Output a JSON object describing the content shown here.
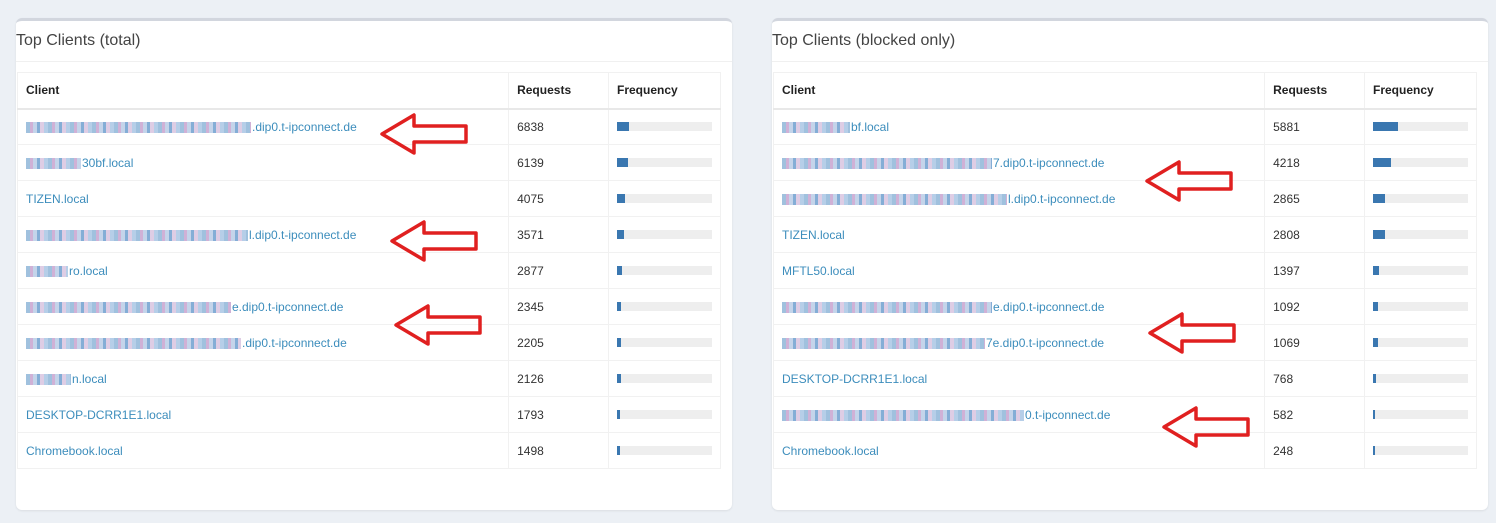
{
  "left_panel": {
    "title": "Top Clients (total)",
    "headers": {
      "client": "Client",
      "requests": "Requests",
      "frequency": "Frequency"
    },
    "rows": [
      {
        "client": ".dip0.t-ipconnect.de",
        "requests": "6838",
        "freq": 0.13
      },
      {
        "client": "30bf.local",
        "requests": "6139",
        "freq": 0.12
      },
      {
        "client": "TIZEN.local",
        "requests": "4075",
        "freq": 0.08
      },
      {
        "client": "l.dip0.t-ipconnect.de",
        "requests": "3571",
        "freq": 0.07
      },
      {
        "client": "ro.local",
        "requests": "2877",
        "freq": 0.055
      },
      {
        "client": "e.dip0.t-ipconnect.de",
        "requests": "2345",
        "freq": 0.045
      },
      {
        "client": ".dip0.t-ipconnect.de",
        "requests": "2205",
        "freq": 0.042
      },
      {
        "client": "n.local",
        "requests": "2126",
        "freq": 0.04
      },
      {
        "client": "DESKTOP-DCRR1E1.local",
        "requests": "1793",
        "freq": 0.034
      },
      {
        "client": "Chromebook.local",
        "requests": "1498",
        "freq": 0.029
      }
    ]
  },
  "right_panel": {
    "title": "Top Clients (blocked only)",
    "headers": {
      "client": "Client",
      "requests": "Requests",
      "frequency": "Frequency"
    },
    "rows": [
      {
        "client": "bf.local",
        "requests": "5881",
        "freq": 0.26
      },
      {
        "client": "7.dip0.t-ipconnect.de",
        "requests": "4218",
        "freq": 0.19
      },
      {
        "client": "l.dip0.t-ipconnect.de",
        "requests": "2865",
        "freq": 0.13
      },
      {
        "client": "TIZEN.local",
        "requests": "2808",
        "freq": 0.125
      },
      {
        "client": "MFTL50.local",
        "requests": "1397",
        "freq": 0.062
      },
      {
        "client": "e.dip0.t-ipconnect.de",
        "requests": "1092",
        "freq": 0.049
      },
      {
        "client": "7e.dip0.t-ipconnect.de",
        "requests": "1069",
        "freq": 0.048
      },
      {
        "client": "DESKTOP-DCRR1E1.local",
        "requests": "768",
        "freq": 0.034
      },
      {
        "client": "0.t-ipconnect.de",
        "requests": "582",
        "freq": 0.026
      },
      {
        "client": "Chromebook.local",
        "requests": "248",
        "freq": 0.011
      }
    ]
  },
  "annotations": {
    "arrow_color": "#e02020"
  },
  "colors": {
    "link": "#3c8dbc",
    "bar": "#3a77b0",
    "bar_bg": "#eeeeee"
  },
  "icons": {
    "arrow": "left-arrow-annotation-icon"
  }
}
